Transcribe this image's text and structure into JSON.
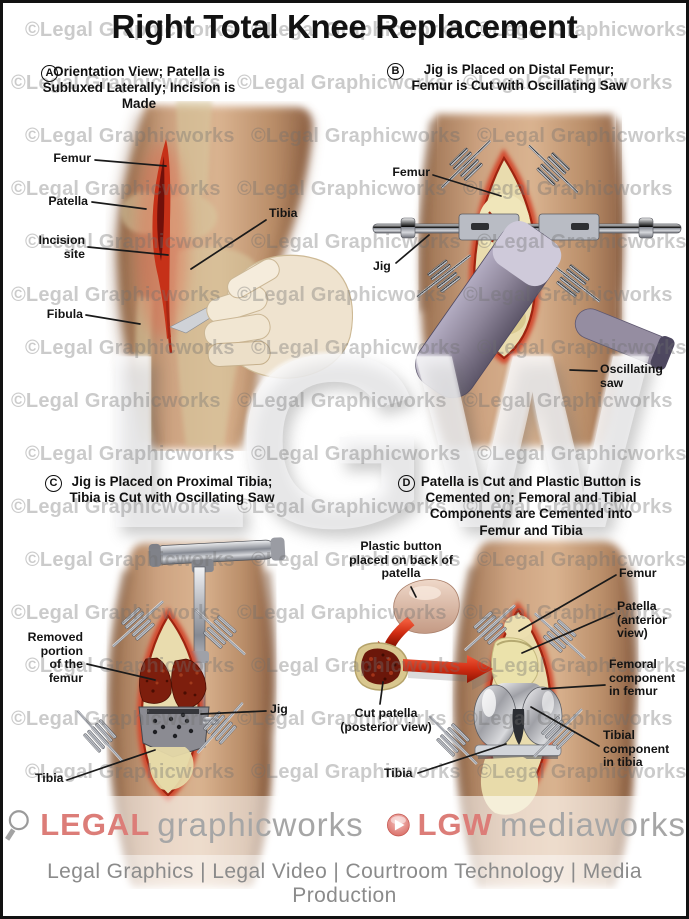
{
  "title": "Right Total Knee Replacement",
  "watermark": {
    "tile_text": "©Legal Graphicworks",
    "logo_text": "LGW"
  },
  "panels": [
    {
      "letter": "A",
      "caption": "Orientation View; Patella is\nSubluxed Laterally; Incision is Made",
      "labels": {
        "femur": "Femur",
        "patella": "Patella",
        "incision_site": "Incision\nsite",
        "tibia": "Tibia",
        "fibula": "Fibula"
      }
    },
    {
      "letter": "B",
      "caption": "Jig is Placed on Distal Femur;\nFemur is Cut with Oscillating Saw",
      "labels": {
        "femur": "Femur",
        "jig": "Jig",
        "oscillating_saw": "Oscillating\nsaw"
      }
    },
    {
      "letter": "C",
      "caption": "Jig is Placed on Proximal Tibia;\nTibia is Cut with Oscillating Saw",
      "labels": {
        "removed_portion": "Removed\nportion\nof the\nfemur",
        "jig": "Jig",
        "tibia": "Tibia"
      }
    },
    {
      "letter": "D",
      "caption": "Patella is Cut and Plastic Button is\nCemented on; Femoral and Tibial\nComponents are Cemented into\nFemur and Tibia",
      "labels": {
        "plastic_button": "Plastic button\nplaced on back of\npatella",
        "cut_patella": "Cut patella\n(posterior view)",
        "tibia": "Tibia",
        "femur": "Femur",
        "patella_anterior": "Patella\n(anterior\nview)",
        "femoral_component": "Femoral\ncomponent\nin femur",
        "tibial_component": "Tibial\ncomponent\nin tibia"
      }
    }
  ],
  "footer": {
    "brand1_accent": "LEGAL",
    "brand1_rest": "graphicworks",
    "brand2_accent": "LGW",
    "brand2_rest": "mediaworks",
    "services": "Legal Graphics | Legal Video | Courtroom Technology | Media Production"
  },
  "colors": {
    "accent_pink": "#dc7d78",
    "footer_gray": "#a6a6a6",
    "watermark_gray": "#6e6e6e",
    "wound_red": "#c63118",
    "skin_tan": "#c79d7b",
    "bone_pale": "#e9dcae"
  }
}
